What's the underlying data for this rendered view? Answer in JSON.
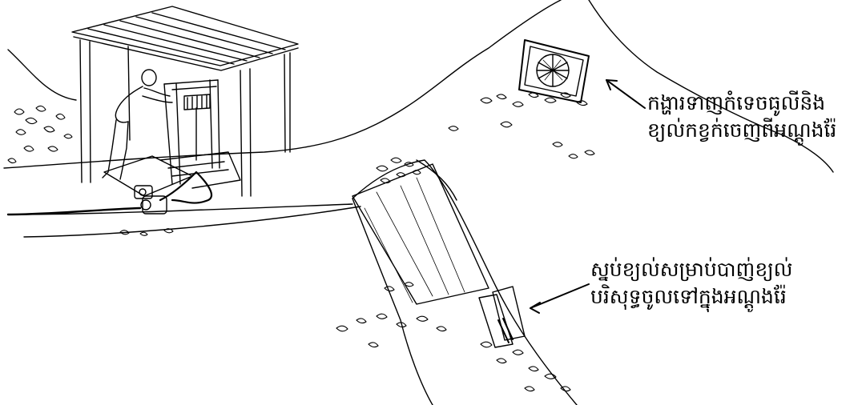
{
  "annotations": {
    "fan_label": {
      "line1": "កង្ហារទាញកំទេចធូលីនិង",
      "line2": "ខ្យល់កខ្វក់ចេញពីអណ្តូងរ៉ែ"
    },
    "hose_label": {
      "line1": "ស្នប់ខ្យល់សម្រាប់បាញ់ខ្យល់",
      "line2": "បរិសុទ្ធចូលទៅក្នុងអណ្តូងរ៉ែ"
    }
  },
  "colors": {
    "ink": "#000000",
    "paper": "#ffffff"
  },
  "icons": [
    "shelter-illustration",
    "miner-figure",
    "windlass-icon",
    "air-pump-icon",
    "exhaust-fan-icon",
    "arrow-icon"
  ]
}
